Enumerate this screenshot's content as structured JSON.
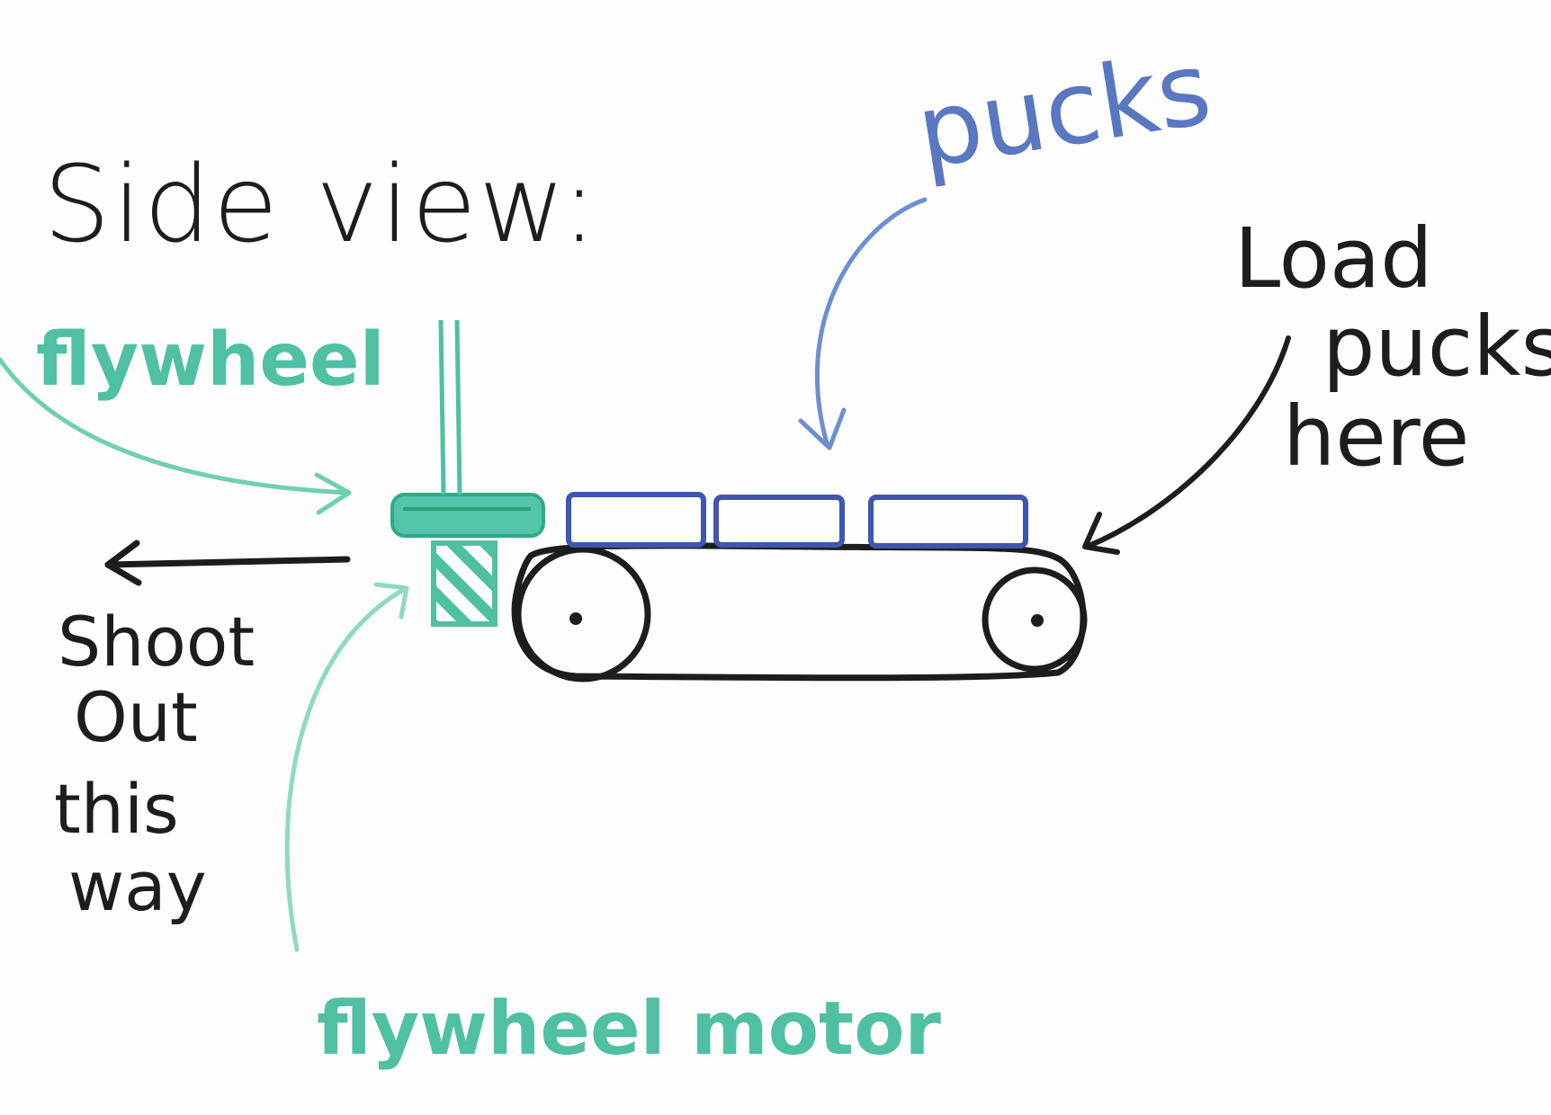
{
  "title": "Side view:",
  "labels": {
    "pucks": "pucks",
    "load_lines": [
      "Load",
      "pucks",
      "here"
    ],
    "flywheel": "flywheel",
    "shoot_lines": [
      "Shoot",
      "Out",
      "this",
      "way"
    ],
    "flywheel_motor": "flywheel motor"
  },
  "colors": {
    "marker_black": "#1d1d1d",
    "marker_blue": "#5a77c2",
    "marker_teal": "#4fc0a2",
    "board": "#fdfdfd"
  }
}
